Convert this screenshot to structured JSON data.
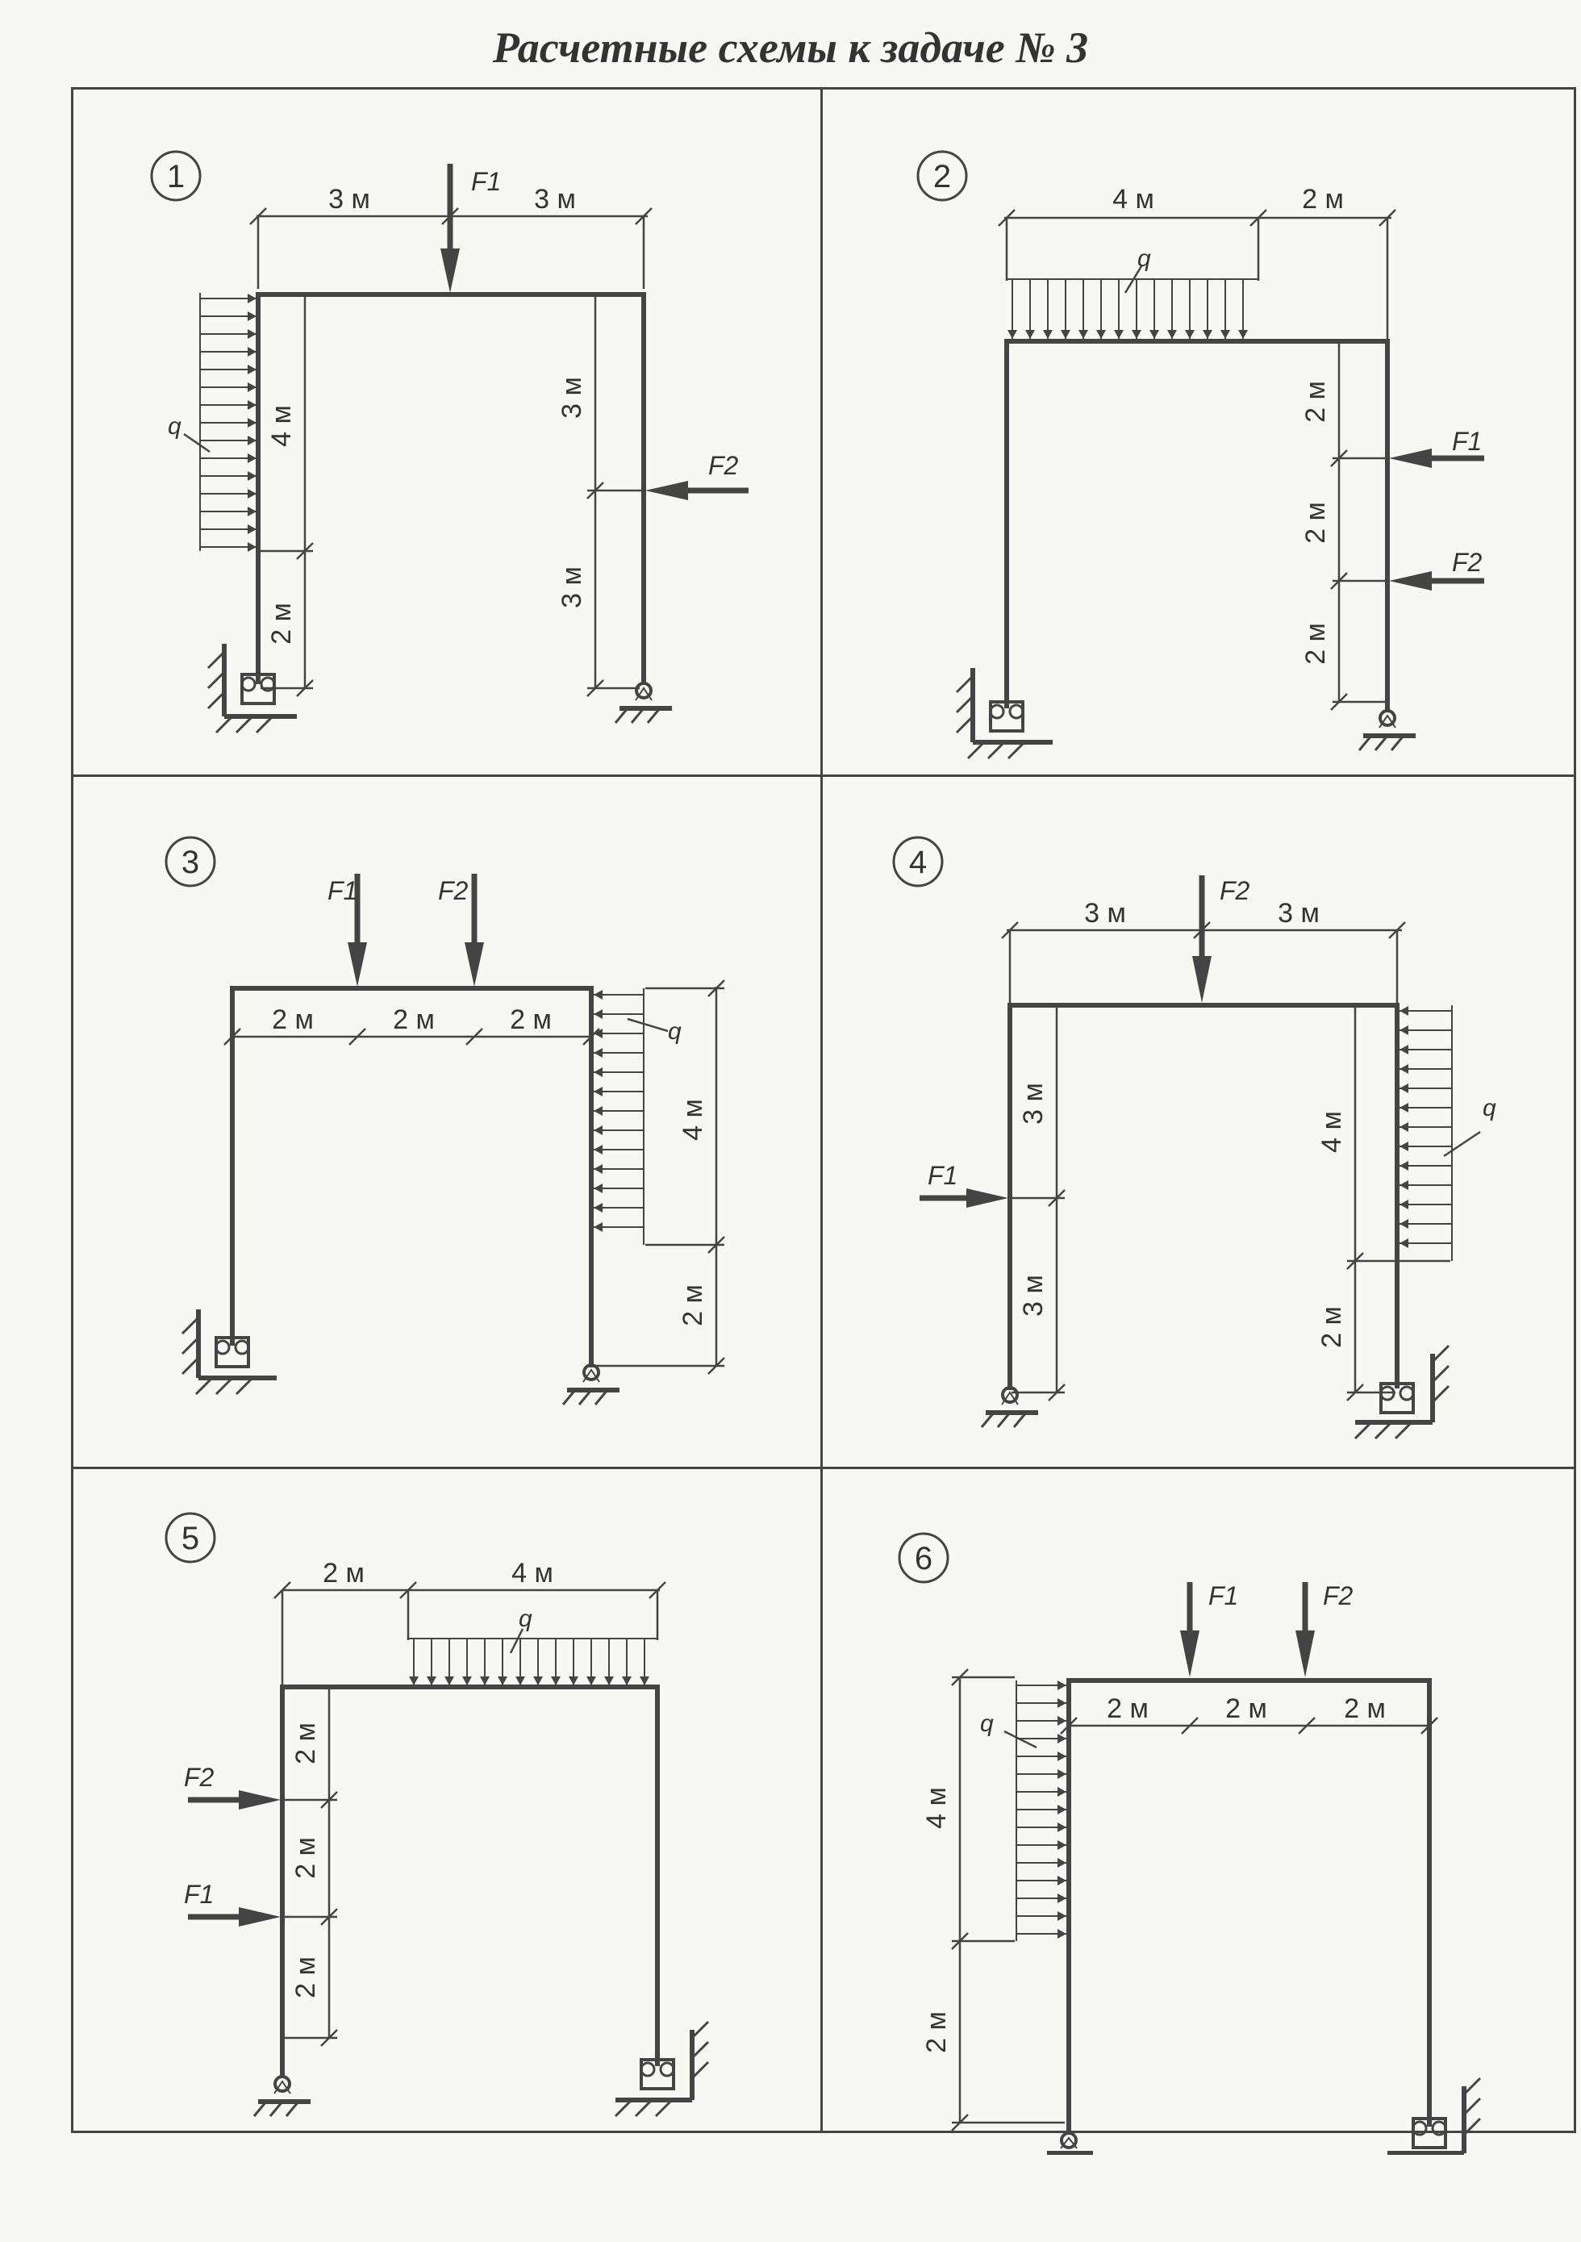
{
  "title": "Расчетные схемы к задаче № 3",
  "panels": [
    {
      "number": "1",
      "dims": {
        "top_left": "3 м",
        "top_right": "3 м",
        "left_upper": "4 м",
        "left_lower": "2 м",
        "right_upper": "3 м",
        "right_lower": "3 м"
      },
      "loads": {
        "q": "q",
        "f1": "F1",
        "f2": "F2"
      }
    },
    {
      "number": "2",
      "dims": {
        "top_left": "4 м",
        "top_right": "2 м",
        "right_1": "2 м",
        "right_2": "2 м",
        "right_3": "2 м"
      },
      "loads": {
        "q": "q",
        "f1": "F1",
        "f2": "F2"
      }
    },
    {
      "number": "3",
      "dims": {
        "beam_1": "2 м",
        "beam_2": "2 м",
        "beam_3": "2 м",
        "right_upper": "4 м",
        "right_lower": "2 м"
      },
      "loads": {
        "q": "q",
        "f1": "F1",
        "f2": "F2"
      }
    },
    {
      "number": "4",
      "dims": {
        "top_left": "3 м",
        "top_right": "3 м",
        "left_upper": "3 м",
        "left_lower": "3 м",
        "right_upper": "4 м",
        "right_lower": "2 м"
      },
      "loads": {
        "q": "q",
        "f1": "F1",
        "f2": "F2"
      }
    },
    {
      "number": "5",
      "dims": {
        "top_left": "2 м",
        "top_right": "4 м",
        "left_1": "2 м",
        "left_2": "2 м",
        "left_3": "2 м"
      },
      "loads": {
        "q": "q",
        "f1": "F1",
        "f2": "F2"
      }
    },
    {
      "number": "6",
      "dims": {
        "beam_1": "2 м",
        "beam_2": "2 м",
        "beam_3": "2 м",
        "left_upper": "4 м",
        "left_lower": "2 м"
      },
      "loads": {
        "q": "q",
        "f1": "F1",
        "f2": "F2"
      }
    }
  ]
}
